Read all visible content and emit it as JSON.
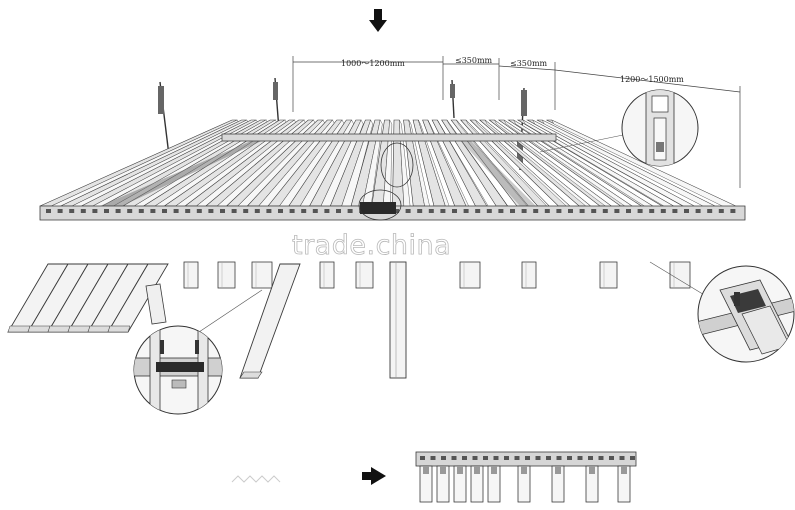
{
  "dimensions": {
    "rod_spacing": "1000～1200mm",
    "clip_gap_left": "≤350mm",
    "clip_gap_right": "≤350mm",
    "carrier_spacing": "1200～1500mm"
  },
  "watermark": "trade.china",
  "colors": {
    "line": "#3a3a3a",
    "baffle_top": "#e4e4e4",
    "baffle_face": "#f7f7f7",
    "carrier": "#d2d2d2",
    "clip_dark": "#2a2a2a"
  }
}
